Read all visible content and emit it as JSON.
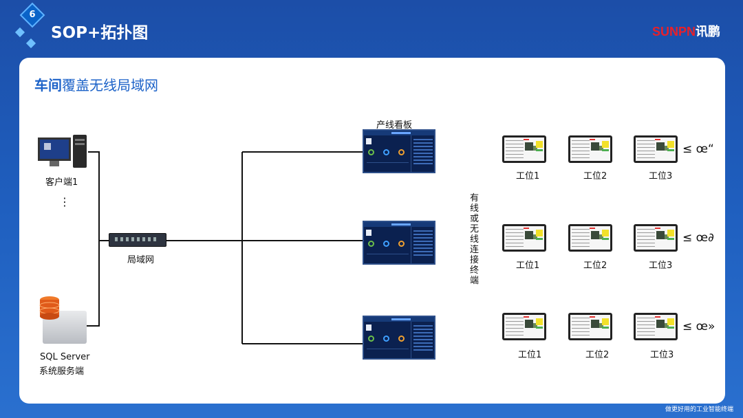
{
  "slide": {
    "number": "6",
    "title": "SOP+拓扑图",
    "brand_latin": "SUNPN",
    "brand_cjk": "讯鹏",
    "footer": "做更好用的工业智能终端"
  },
  "diagram": {
    "subtitle_bold": "车间",
    "subtitle_rest": "覆盖无线局域网",
    "client_label": "客户端1",
    "ellipsis": "⋮",
    "switch_label": "局域网",
    "server_label_1": "SQL  Server",
    "server_label_2": "系统服务端",
    "board_label": "产线看板",
    "vertical_label": "有线或无线连接终端",
    "rows": [
      {
        "stations": [
          "工位1",
          "工位2",
          "工位3"
        ],
        "suffix": "≤ œ“"
      },
      {
        "stations": [
          "工位1",
          "工位2",
          "工位3"
        ],
        "suffix": "≤ œ∂"
      },
      {
        "stations": [
          "工位1",
          "工位2",
          "工位3"
        ],
        "suffix": "≤ œ»"
      }
    ]
  },
  "colors": {
    "accent": "#1c62c8",
    "brand_red": "#e8202a"
  }
}
